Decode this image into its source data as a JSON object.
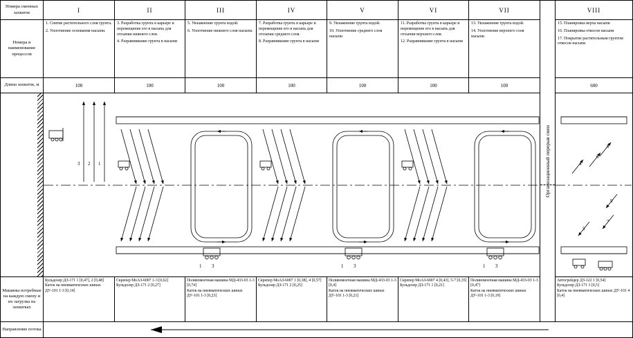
{
  "left_labels": {
    "zone_numbers": "Номера сменных захваток",
    "processes": "Номера и наименование процессов",
    "length": "Длина захваток, м",
    "machines": "Машины потребные на каждую смену и их загрузка на захватках",
    "flow": "Направление потока"
  },
  "org_break": "Организационный перерыв смен",
  "zones": [
    {
      "number": "I",
      "length": "100",
      "processes": [
        "1. Снятие растительного слоя грунта.",
        "2. Уплотнение основания насыпи."
      ],
      "machines": [
        "Бульдозер ДЗ-171 1 [0,47], 2 [0,48]",
        "Каток на пневматических шинах ДУ-101 1-3 [0,14]"
      ]
    },
    {
      "number": "II",
      "length": "100",
      "processes": [
        "3. Разработка грунта в карьере и перемещение его в насыпь для отсыпки нижнего слоя.",
        "4. Разравнивание грунта в насыпи"
      ],
      "machines": [
        "Скрепер МоАЗ-6007 1-3 [0,62]",
        "Бульдозер ДЗ-171 2 [0,27]"
      ]
    },
    {
      "number": "III",
      "length": "100",
      "processes": [
        "5. Увлажнение грунта водой.",
        "6. Уплотнение нижнего слоя насыпи."
      ],
      "machines": [
        "Поливомоечная машина МД-433-03 1-3 [0,74]",
        "Каток на пневматических шинах ДУ-101 1-3 [0,23]"
      ]
    },
    {
      "number": "IV",
      "length": "100",
      "processes": [
        "7. Разработка грунта в карьере и перемещение его в насыпь для отсыпки среднего слоя.",
        "8. Разравнивание грунта в насыпи"
      ],
      "machines": [
        "Скрепер МоАЗ-6007 1 [0,38], 4 [0,57]",
        "Бульдозер ДЗ-171 2 [0,25]"
      ]
    },
    {
      "number": "V",
      "length": "100",
      "processes": [
        "9. Увлажнение грунта водой.",
        "10. Уплотнение среднего слоя насыпи"
      ],
      "machines": [
        "Поливомоечная машина МД-433-03 1-3 [0,4]",
        "Каток на пневматических шинах ДУ-101 1-3 [0,21]"
      ]
    },
    {
      "number": "VI",
      "length": "100",
      "processes": [
        "11. Разработка грунта в карьере и перемещение его в насыпь для отсыпки верхнего слоя.",
        "12. Разравнивание грунта в насыпи"
      ],
      "machines": [
        "Скрепер МоАЗ-6007 4 [0,43], 5-7 [0,35]",
        "Бульдозер ДЗ-171 1 [0,21]"
      ]
    },
    {
      "number": "VII",
      "length": "100",
      "processes": [
        "13. Увлажнение грунта водой.",
        "14. Уплотнение верхнего слоя насыпи"
      ],
      "machines": [
        "Поливомоечная машина МД-433-03 1-3 [0,47]",
        "Каток на пневматических шинах ДУ-101 1-3 [0,19]"
      ]
    },
    {
      "number": "VIII",
      "length": "600",
      "processes": [
        "15. Планировка верха насыпи",
        "16. Планировка откосов насыпи",
        "17. Покрытие растительным грунтом откосов насыпи"
      ],
      "machines": [
        "Автогрейдер ДЗ-122 1 [0,54]",
        "Бульдозер ДЗ-171 3 [0,5]",
        "Каток на пневматических шинах ДУ-101 4 [0,4]"
      ]
    }
  ],
  "drawing": {
    "zone1_labels": [
      "3",
      "2",
      "1"
    ],
    "truck_labels": [
      "1",
      "3"
    ],
    "zone8_labels": [
      "4",
      "6",
      "8",
      "9",
      "7",
      "5"
    ]
  }
}
